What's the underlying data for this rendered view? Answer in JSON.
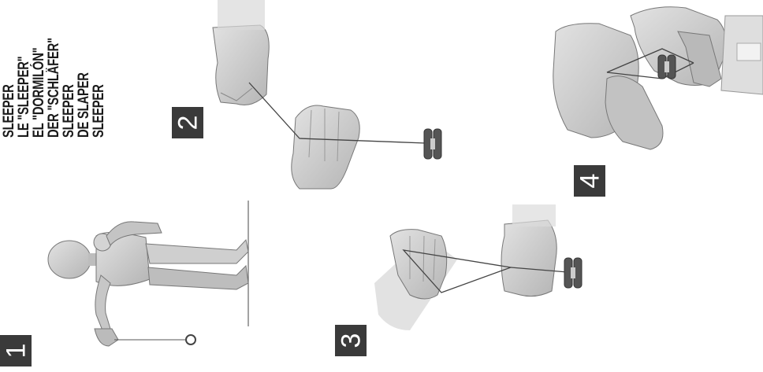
{
  "title_lines": [
    "SLEEPER",
    "LE \"SLEEPER\"",
    "EL \"DORMILÓN\"",
    "DER \"SCHLÄFER\"",
    "SLEEPER",
    "DE SLAPER",
    "SLEEPER"
  ],
  "steps": [
    {
      "number": "1"
    },
    {
      "number": "2"
    },
    {
      "number": "3"
    },
    {
      "number": "4"
    }
  ],
  "colors": {
    "badge": "#3a3a3a",
    "figure": "#c8c8c8",
    "shadow": "#8f8f8f",
    "string": "#4a4a4a",
    "yoyo": "#555555"
  }
}
